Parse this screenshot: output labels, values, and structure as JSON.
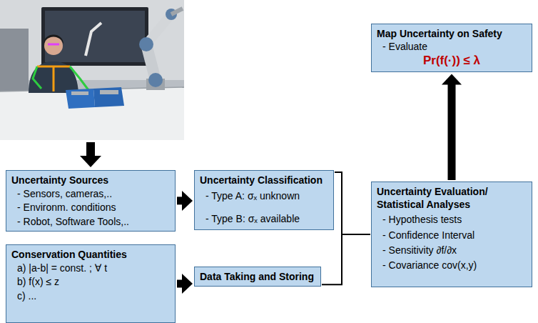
{
  "diagram": {
    "nodes": [
      {
        "text": [
          "Uncertainty Sources",
          "- Sensors, cameras,..",
          "- Environm. conditions",
          "- Robot, Software Tools,.."
        ]
      },
      {
        "text": [
          "Uncertainty Classification",
          "- Type A: σₓ unknown",
          "- Type B: σₓ available"
        ]
      },
      {
        "text": [
          "Conservation Quantities",
          "a) |a-b| = const. ; ∀ t",
          "b) f(x) ≤ z",
          "c) ..."
        ]
      },
      {
        "text": [
          "Data Taking and Storing"
        ]
      },
      {
        "text": [
          "Uncertainty Evaluation/ Statistical Analyses",
          "- Hypothesis tests",
          "- Confidence Interval",
          "- Sensitivity ∂f/∂x",
          "- Covariance cov(x,y)"
        ]
      },
      {
        "text": [
          "Map Uncertainty on Safety",
          "- Evaluate",
          "Pr(f(·)) ≤ λ"
        ]
      }
    ],
    "edges": [
      {
        "from": 0,
        "to": 1,
        "arrow": "to"
      },
      {
        "from": 2,
        "to": 3,
        "arrow": "to"
      },
      {
        "from": 1,
        "to": 4,
        "arrow": "none"
      },
      {
        "from": 3,
        "to": 4,
        "arrow": "none"
      },
      {
        "from": 4,
        "to": 5,
        "arrow": "to"
      }
    ]
  }
}
